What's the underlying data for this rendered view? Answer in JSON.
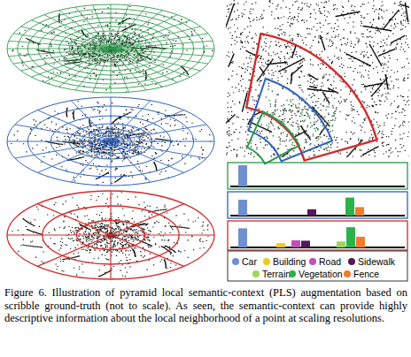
{
  "diagram": {
    "caption": "Figure 6. Illustration of pyramid local semantic-context (PLS) augmentation based on scribble ground-truth (not to scale). As seen, the semantic-context can provide highly descriptive information about the local neighborhood of a point at scaling resolutions.",
    "legend": [
      {
        "text": "Car",
        "color": "#6f8fd0"
      },
      {
        "text": "Building",
        "color": "#f4c81c"
      },
      {
        "text": "Road",
        "color": "#c24fb4"
      },
      {
        "text": "Sidewalk",
        "color": "#561858"
      },
      {
        "text": "Terrain",
        "color": "#9fd45c"
      },
      {
        "text": "Vegetation",
        "color": "#2bb24a"
      },
      {
        "text": "Fence",
        "color": "#f07c2c"
      }
    ]
  }
}
